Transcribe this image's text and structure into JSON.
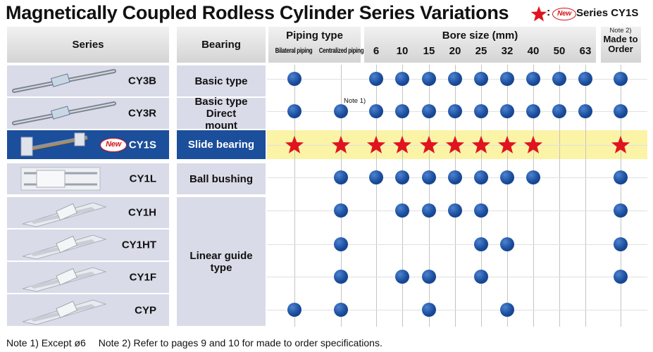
{
  "title": "Magnetically Coupled Rodless Cylinder Series Variations",
  "legend": {
    "badge": "New",
    "colon": ":",
    "text": "Series CY1S"
  },
  "headers": {
    "series": "Series",
    "bearing": "Bearing",
    "piping_type": "Piping type",
    "bilateral": "Bilateral piping",
    "centralized": "Centralized piping",
    "bore_size": "Bore size (mm)",
    "made_to_order_note": "Note 2)",
    "made_to_order": "Made to Order"
  },
  "bores": [
    "6",
    "10",
    "15",
    "20",
    "25",
    "32",
    "40",
    "50",
    "63"
  ],
  "rows": [
    {
      "series": "CY3B",
      "bearing": "Basic type",
      "piping": [
        true,
        false
      ],
      "bores": [
        true,
        true,
        true,
        true,
        true,
        true,
        true,
        true,
        true
      ],
      "mto": true
    },
    {
      "series": "CY3R",
      "bearing": "Basic type Direct mount",
      "piping": [
        true,
        true
      ],
      "bores": [
        true,
        true,
        true,
        true,
        true,
        true,
        true,
        true,
        true
      ],
      "mto": true,
      "piping_note": "Note 1)"
    },
    {
      "series": "CY1S",
      "bearing": "Slide bearing",
      "new": true,
      "badge": "New",
      "piping": [
        true,
        true
      ],
      "bores": [
        true,
        true,
        true,
        true,
        true,
        true,
        true,
        false,
        false
      ],
      "mto": true
    },
    {
      "series": "CY1L",
      "bearing": "Ball bushing",
      "piping": [
        false,
        true
      ],
      "bores": [
        true,
        true,
        true,
        true,
        true,
        true,
        true,
        false,
        false
      ],
      "mto": true
    },
    {
      "series": "CY1H",
      "bearing": "",
      "piping": [
        false,
        true
      ],
      "bores": [
        false,
        true,
        true,
        true,
        true,
        false,
        false,
        false,
        false
      ],
      "mto": true
    },
    {
      "series": "CY1HT",
      "bearing": "",
      "piping": [
        false,
        true
      ],
      "bores": [
        false,
        false,
        false,
        false,
        true,
        true,
        false,
        false,
        false
      ],
      "mto": true
    },
    {
      "series": "CY1F",
      "bearing": "",
      "piping": [
        false,
        true
      ],
      "bores": [
        false,
        true,
        true,
        false,
        true,
        false,
        false,
        false,
        false
      ],
      "mto": true
    },
    {
      "series": "CYP",
      "bearing": "",
      "piping": [
        true,
        true
      ],
      "bores": [
        false,
        false,
        true,
        false,
        false,
        true,
        false,
        false,
        false
      ],
      "mto": false
    }
  ],
  "linear_guide_label": "Linear guide type",
  "footnotes": [
    "Note 1) Except ø6",
    "Note 2) Refer to pages 9 and 10 for made to order specifications."
  ],
  "colors": {
    "dot": "#1a4d9c",
    "star": "#e0141e",
    "highlight_row": "#1b4e9b",
    "highlight_band": "#fbf3a6",
    "cell_bg": "#dadbe8"
  },
  "icons": {
    "available": "blue-dot-icon",
    "new_series": "red-star-icon"
  }
}
